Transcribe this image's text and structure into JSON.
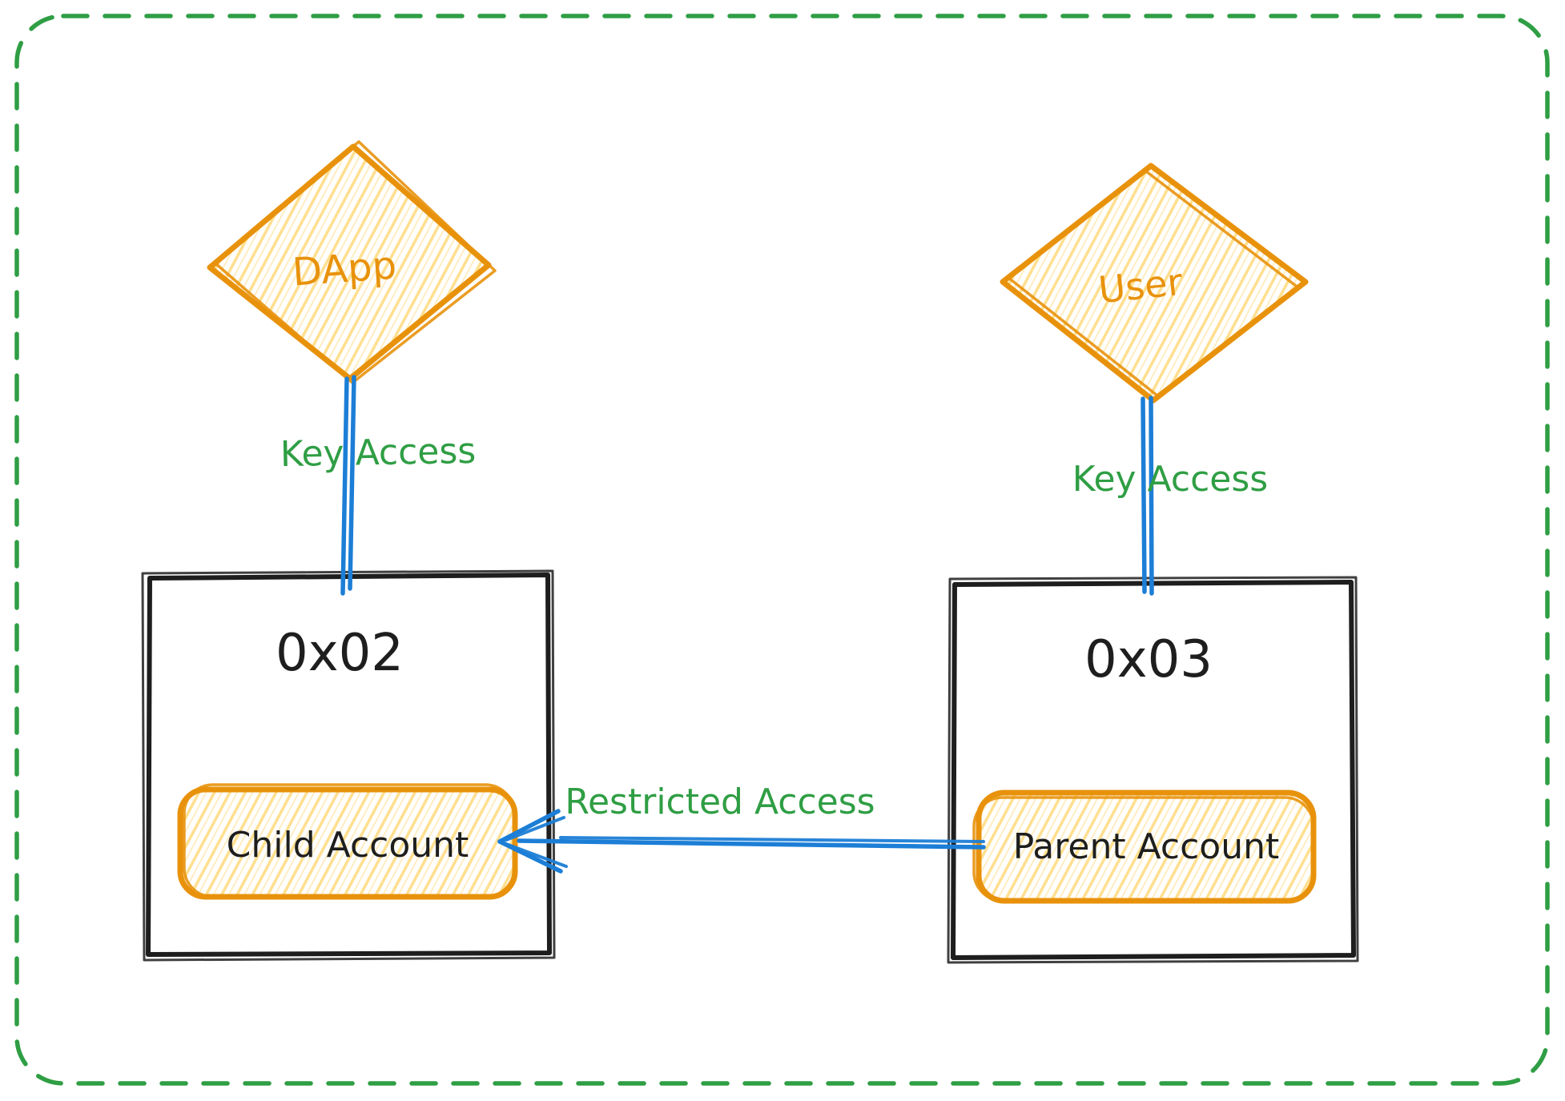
{
  "colors": {
    "background": "#ffffff",
    "canvas_border": "#2f9e44",
    "accent_green": "#2f9e44",
    "accent_orange": "#e8920c",
    "hatch_yellow": "#ffdf8f",
    "accent_blue": "#1c7ed6",
    "ink_black": "#1e1e1e"
  },
  "nodes": {
    "dapp": {
      "shape": "diamond",
      "label": "DApp"
    },
    "user": {
      "shape": "diamond",
      "label": "User"
    },
    "account_left": {
      "shape": "rectangle",
      "title": "0x02",
      "inner": {
        "label": "Child Account"
      }
    },
    "account_right": {
      "shape": "rectangle",
      "title": "0x03",
      "inner": {
        "label": "Parent Account"
      }
    }
  },
  "edges": {
    "dapp_to_left": {
      "from": "DApp",
      "to": "0x02",
      "label": "Key Access"
    },
    "user_to_right": {
      "from": "User",
      "to": "0x03",
      "label": "Key Access"
    },
    "parent_to_child": {
      "from": "Parent Account",
      "to": "Child Account",
      "label": "Restricted Access"
    }
  }
}
